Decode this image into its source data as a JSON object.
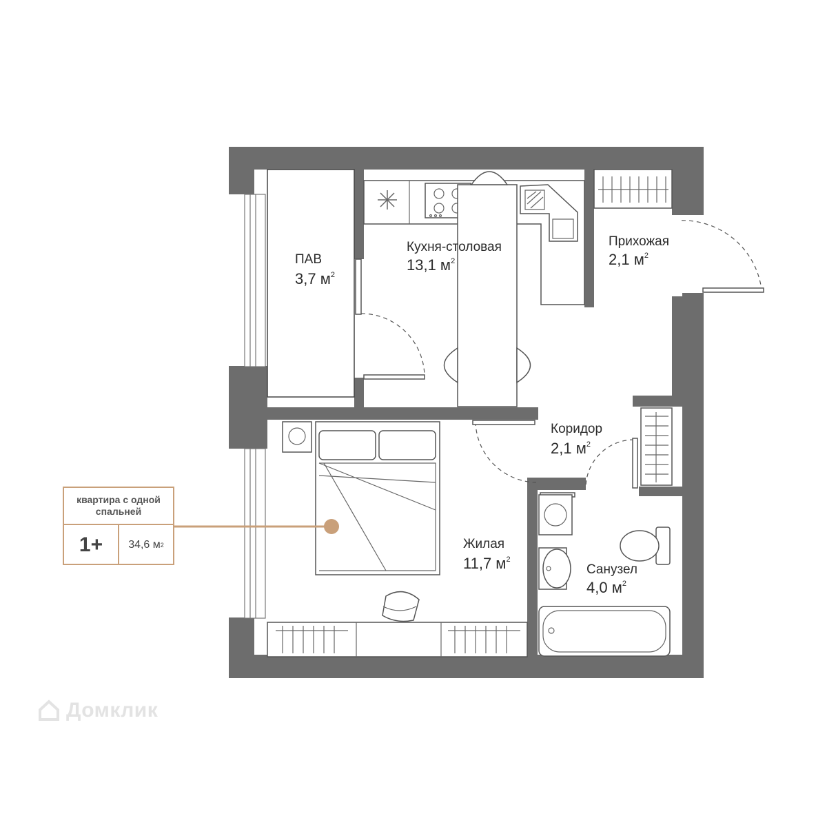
{
  "rooms": [
    {
      "id": "pav",
      "name": "ПАВ",
      "area": "3,7 м",
      "unit_sup": "2"
    },
    {
      "id": "kitchen",
      "name": "Кухня-столовая",
      "area": "13,1 м",
      "unit_sup": "2"
    },
    {
      "id": "hallway",
      "name": "Прихожая",
      "area": "2,1 м",
      "unit_sup": "2"
    },
    {
      "id": "corridor",
      "name": "Коридор",
      "area": "2,1 м",
      "unit_sup": "2"
    },
    {
      "id": "living",
      "name": "Жилая",
      "area": "11,7 м",
      "unit_sup": "2"
    },
    {
      "id": "bathroom",
      "name": "Санузел",
      "area": "4,0 м",
      "unit_sup": "2"
    }
  ],
  "info_card": {
    "type": "квартира с одной спальней",
    "rooms_count": "1+",
    "total_area": "34,6 м",
    "unit_sup": "2"
  },
  "watermark": "Домклик",
  "colors": {
    "wall": "#6d6d6d",
    "accent": "#c9a07a",
    "marker": "#c9a07a",
    "line": "#555555",
    "watermark": "#e3e3e3"
  }
}
